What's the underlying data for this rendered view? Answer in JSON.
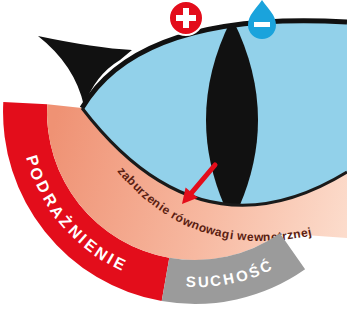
{
  "diagram": {
    "nodes": [
      {
        "text": [
          "PODRAŻNIENIE"
        ]
      },
      {
        "text": [
          "zaburzenie równowagi wewnętrznej"
        ]
      },
      {
        "text": [
          "SUCHOŚĆ"
        ]
      }
    ]
  }
}
